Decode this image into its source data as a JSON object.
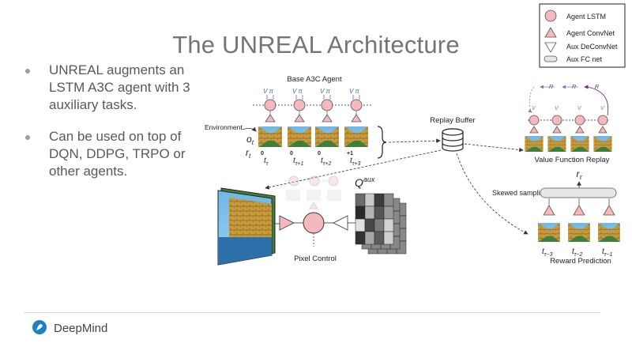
{
  "slide": {
    "title": "The UNREAL Architecture",
    "bullets": [
      "UNREAL augments an LSTM A3C agent with 3 auxiliary tasks.",
      "Can be used on top of DQN, DDPG, TRPO or other agents."
    ],
    "brand": "DeepMind"
  },
  "legend": {
    "items": [
      "Agent LSTM",
      "Agent ConvNet",
      "Aux DeConvNet",
      "Aux FC net"
    ],
    "colors": {
      "pink": "#f4b8bd",
      "gray": "#e6e6e6"
    }
  },
  "diagram": {
    "base_agent": "Base A3C Agent",
    "environment": "Environment",
    "o_t": "o",
    "o_t_sub": "t",
    "r_t": "r",
    "r_t_sub": "t",
    "v": "V",
    "pi": "π",
    "frame_rewards": [
      "0",
      "0",
      "0",
      "+1"
    ],
    "time_labels": [
      {
        "t": "t",
        "sub": "τ"
      },
      {
        "t": "t",
        "sub": "τ+1"
      },
      {
        "t": "t",
        "sub": "τ+2"
      },
      {
        "t": "t",
        "sub": "τ+3"
      }
    ],
    "replay_buffer": "Replay Buffer",
    "value_function_replay": "Value Function Replay",
    "skewed_sampling": "Skewed sampling",
    "reward_prediction": "Reward Prediction",
    "r_tau": "r",
    "r_tau_sub": "τ",
    "reward_time_labels": [
      {
        "t": "t",
        "sub": "τ−3"
      },
      {
        "t": "t",
        "sub": "τ−2"
      },
      {
        "t": "t",
        "sub": "τ−1"
      }
    ],
    "vfr_R": "R",
    "pixel_control": "Pixel Control",
    "q_aux": "Q",
    "q_aux_sup": "aux"
  }
}
